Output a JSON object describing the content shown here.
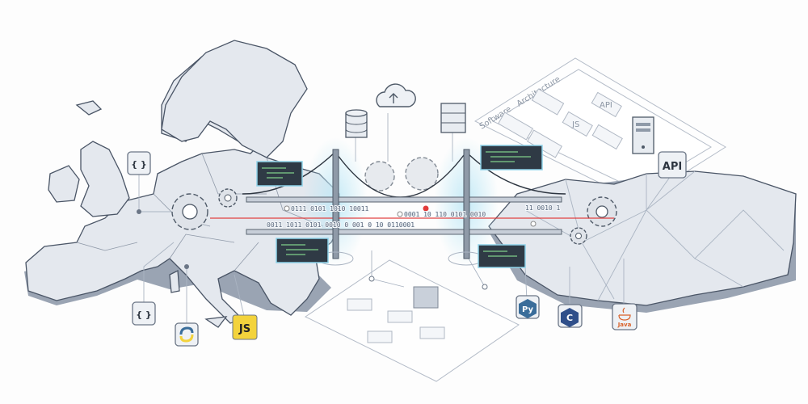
{
  "architecture_diagram": {
    "title_word_1": "Software",
    "title_word_2": "Architecture",
    "node_api": "API",
    "node_js": "JS"
  },
  "badges": {
    "api": "API",
    "braces_top": "{ }",
    "braces_bottom": "{ }",
    "js": "JS",
    "python": "Py",
    "csharp": "C",
    "java": "Java"
  },
  "binary_streams": {
    "upper": "0111 0101 1010 10011",
    "middle": "0001 10 110 0101 0010",
    "lower": "0011 1011 0101 0010 0 001 0 10 0110001",
    "right": "11 0010 1"
  },
  "colors": {
    "accent_red": "#e23b3b",
    "glow_blue": "#8fd3ea",
    "js_yellow": "#f3d33c",
    "python_blue": "#3a6d9a",
    "java_orange": "#d9622b"
  }
}
